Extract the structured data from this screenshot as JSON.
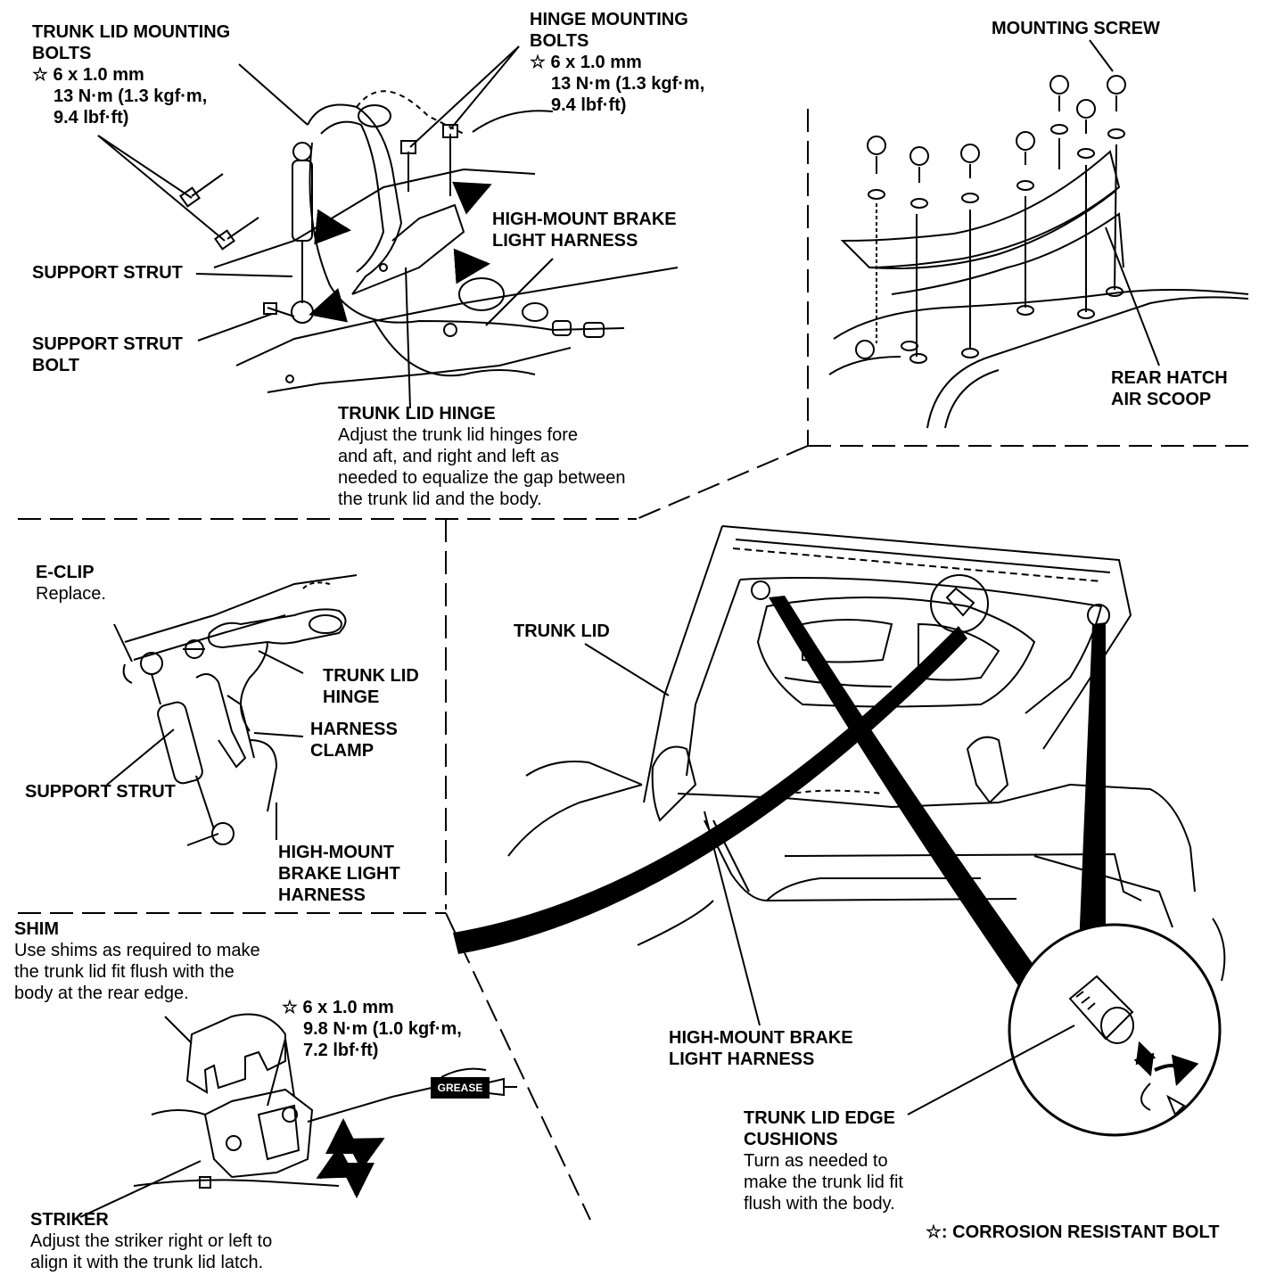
{
  "star_symbol": "☆",
  "labels": {
    "trunk_lid_mounting_bolts": {
      "title1": "TRUNK LID MOUNTING",
      "title2": "BOLTS",
      "spec1": "☆ 6 x 1.0 mm",
      "spec2": "13 N·m (1.3 kgf·m,",
      "spec3": "9.4 lbf·ft)"
    },
    "hinge_mounting_bolts": {
      "title1": "HINGE MOUNTING",
      "title2": "BOLTS",
      "spec1": "☆ 6 x 1.0 mm",
      "spec2": "13 N·m (1.3 kgf·m,",
      "spec3": "9.4 lbf·ft)"
    },
    "high_mount_brake_light_harness_top": {
      "line1": "HIGH-MOUNT BRAKE",
      "line2": "LIGHT HARNESS"
    },
    "support_strut_top": "SUPPORT STRUT",
    "support_strut_bolt": {
      "line1": "SUPPORT STRUT",
      "line2": "BOLT"
    },
    "trunk_lid_hinge_top": {
      "title": "TRUNK LID HINGE",
      "line1": "Adjust the trunk lid hinges fore",
      "line2": "and aft, and right and left as",
      "line3": "needed to equalize the gap between",
      "line4": "the trunk lid and the body."
    },
    "mounting_screw": "MOUNTING SCREW",
    "rear_hatch_air_scoop": {
      "line1": "REAR HATCH",
      "line2": "AIR SCOOP"
    },
    "e_clip": {
      "title": "E-CLIP",
      "note": "Replace."
    },
    "trunk_lid_hinge_left": {
      "line1": "TRUNK LID",
      "line2": "HINGE"
    },
    "harness_clamp": {
      "line1": "HARNESS",
      "line2": "CLAMP"
    },
    "support_strut_left": "SUPPORT STRUT",
    "high_mount_brake_light_harness_left": {
      "line1": "HIGH-MOUNT",
      "line2": "BRAKE LIGHT",
      "line3": "HARNESS"
    },
    "trunk_lid": "TRUNK LID",
    "shim": {
      "title": "SHIM",
      "line1": "Use shims as required to make",
      "line2": "the trunk lid fit flush with the",
      "line3": "body at the rear edge."
    },
    "striker_spec": {
      "spec1": "☆ 6 x 1.0 mm",
      "spec2": "9.8 N·m (1.0 kgf·m,",
      "spec3": "7.2 lbf·ft)"
    },
    "grease": "GREASE",
    "high_mount_brake_light_harness_bottom": {
      "line1": "HIGH-MOUNT BRAKE",
      "line2": "LIGHT HARNESS"
    },
    "trunk_lid_edge_cushions": {
      "title1": "TRUNK LID EDGE",
      "title2": "CUSHIONS",
      "line1": "Turn as needed to",
      "line2": "make the trunk lid fit",
      "line3": "flush with the body."
    },
    "striker": {
      "title": "STRIKER",
      "line1": "Adjust the striker right or left to",
      "line2": "align it with the trunk lid latch."
    },
    "legend": "☆: CORROSION RESISTANT BOLT"
  }
}
